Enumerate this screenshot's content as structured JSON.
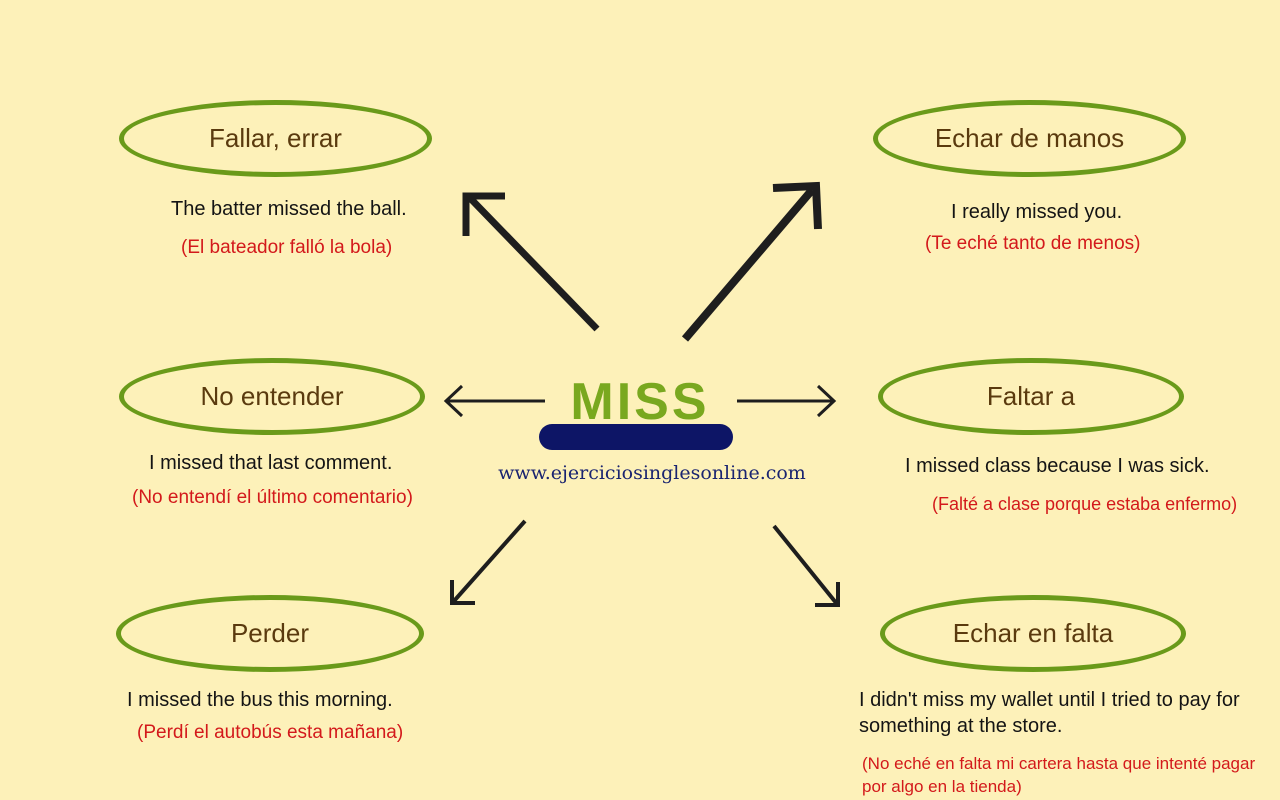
{
  "center": {
    "word": "MISS",
    "website": "www.ejerciciosinglesonline.com"
  },
  "colors": {
    "background": "#fdf1b9",
    "oval_border": "#6a9a1a",
    "heading_text": "#5a3a0e",
    "example_text": "#141414",
    "translation_text": "#d3191b",
    "center_word": "#79a81f",
    "center_bar": "#0d1566",
    "arrows": "#1e1e1e"
  },
  "nodes": [
    {
      "meaning": "Fallar, errar",
      "example": "The batter missed the ball.",
      "translation": "(El bateador falló la bola)"
    },
    {
      "meaning": "Echar de manos",
      "example": "I really missed you.",
      "translation": "(Te eché tanto de menos)"
    },
    {
      "meaning": "No entender",
      "example": "I missed that last comment.",
      "translation": "(No entendí el último comentario)"
    },
    {
      "meaning": "Faltar a",
      "example": "I missed class because I was sick.",
      "translation": "(Falté a clase porque estaba enfermo)"
    },
    {
      "meaning": "Perder",
      "example": "I missed the bus this morning.",
      "translation": "(Perdí el autobús esta mañana)"
    },
    {
      "meaning": "Echar en falta",
      "example": "I didn't miss my wallet until I tried to pay for something at the store.",
      "translation": "(No eché en falta mi cartera hasta que intenté pagar por algo en la tienda)"
    }
  ]
}
